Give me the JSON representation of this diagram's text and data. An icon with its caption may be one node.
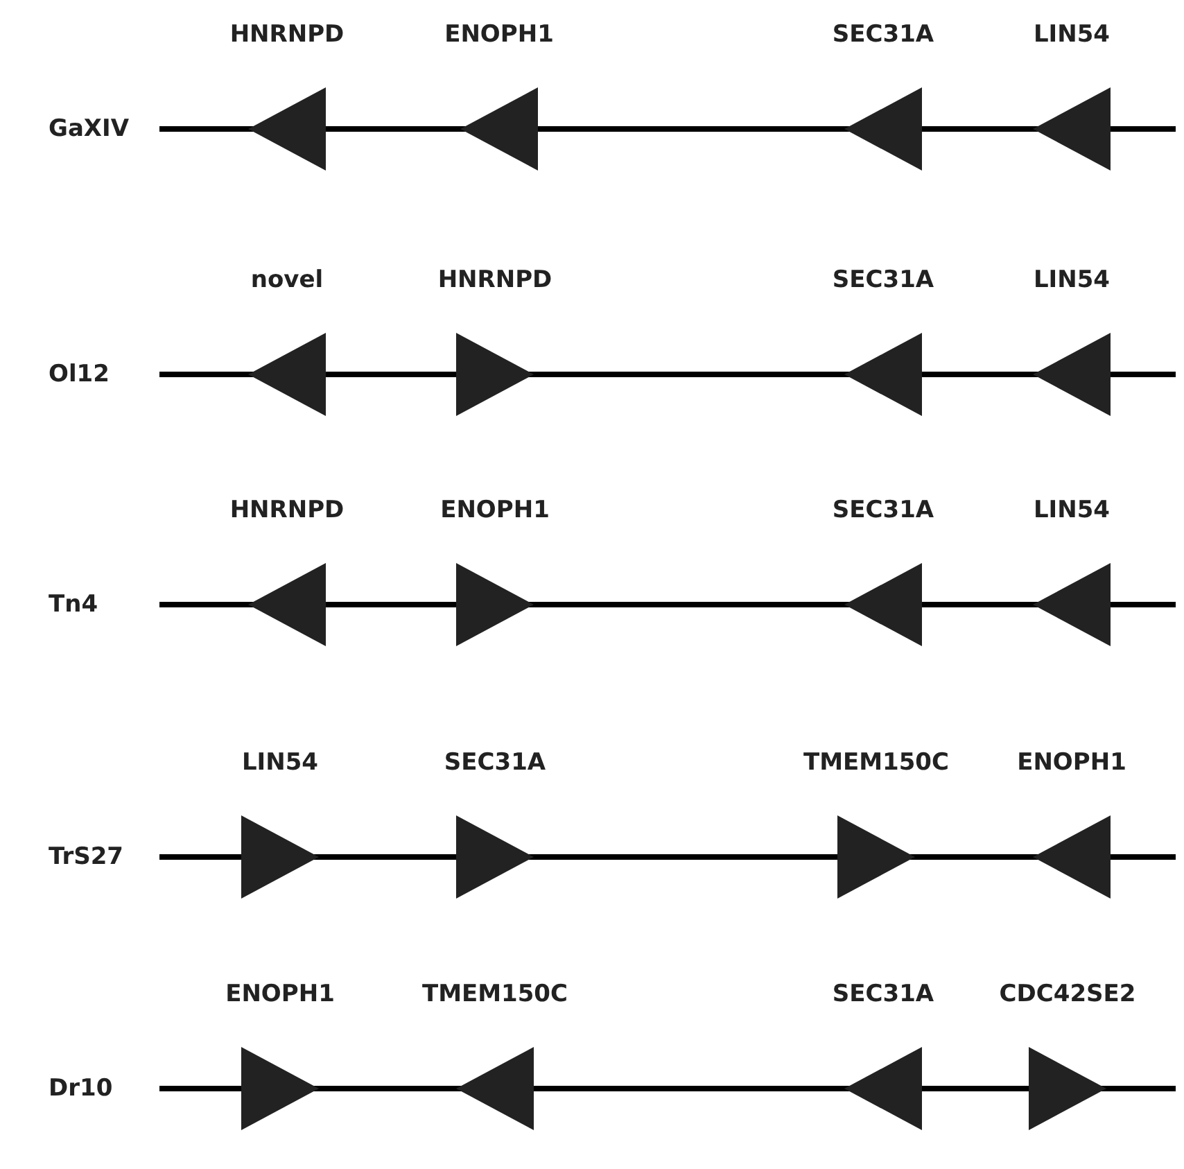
{
  "diagram": {
    "nodes": [
      {
        "text": [
          "HNRNPD"
        ]
      },
      {
        "text": [
          "ENOPH1"
        ]
      },
      {
        "text": [
          "SEC31A"
        ]
      },
      {
        "text": [
          "LIN54"
        ]
      },
      {
        "text": [
          "novel"
        ]
      },
      {
        "text": [
          "HNRNPD"
        ]
      },
      {
        "text": [
          "SEC31A"
        ]
      },
      {
        "text": [
          "LIN54"
        ]
      },
      {
        "text": [
          "HNRNPD"
        ]
      },
      {
        "text": [
          "ENOPH1"
        ]
      },
      {
        "text": [
          "SEC31A"
        ]
      },
      {
        "text": [
          "LIN54"
        ]
      },
      {
        "text": [
          "LIN54"
        ]
      },
      {
        "text": [
          "SEC31A"
        ]
      },
      {
        "text": [
          "TMEM150C"
        ]
      },
      {
        "text": [
          "ENOPH1"
        ]
      },
      {
        "text": [
          "ENOPH1"
        ]
      },
      {
        "text": [
          "TMEM150C"
        ]
      },
      {
        "text": [
          "SEC31A"
        ]
      },
      {
        "text": [
          "CDC42SE2"
        ]
      }
    ],
    "labels": [
      "GaXIV",
      "Ol12",
      "Tn4",
      "TrS27",
      "Dr10"
    ]
  }
}
